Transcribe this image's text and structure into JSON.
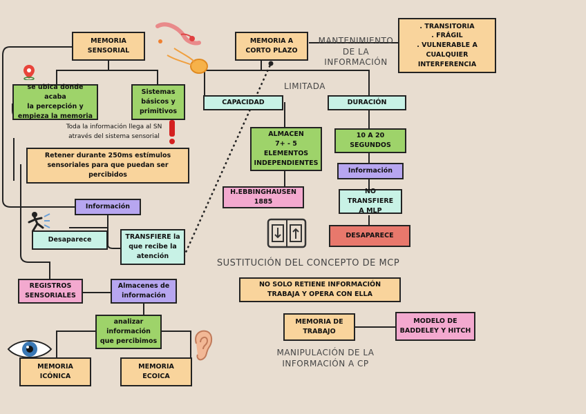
{
  "nodes": {
    "memoria_sensorial": "MEMORIA\nSENSORIAL",
    "ubica": "se ubica donde acaba\nla percepción y\nempieza la memoria",
    "sistemas": "Sistemas\nbásicos y\nprimitivos",
    "retener": "Retener durante 250ms estímulos\nsensoriales para que puedan ser\npercibidos",
    "informacion_left": "Información",
    "desaparece_left": "Desaparece",
    "transfiere": "TRANSFIERE la\nque recibe la\natención",
    "registros": "REGISTROS\nSENSORIALES",
    "almacenes": "Almacenes de\ninformación",
    "analizar": "analizar\ninformación\nque percibimos",
    "iconica": "MEMORIA\nICÓNICA",
    "ecoica": "MEMORIA ECOICA",
    "corto_plazo": "MEMORIA A\nCORTO PLAZO",
    "transitoria": ". TRANSITORIA\n. FRÁGIL\n. VULNERABLE A\nCUALQUIER\nINTERFERENCIA",
    "capacidad": "CAPACIDAD",
    "duracion": "DURACIÓN",
    "almacen": "ALMACEN\n7+ - 5\nELEMENTOS\nINDEPENDIENTES",
    "ebbinghausen": "H.EBBINGHAUSEN\n1885",
    "segundos": "10 A 20\nSEGUNDOS",
    "informacion_right": "Información",
    "no_transfiere": "NO TRANSFIERE\nA MLP",
    "desaparece_right": "DESAPARECE",
    "no_solo": "NO SOLO RETIENE INFORMACIÓN\nTRABAJA Y OPERA CON ELLA",
    "memoria_trabajo": "MEMORIA DE\nTRABAJO",
    "baddeley": "MODELO DE\nBADDELEY Y HITCH"
  },
  "labels": {
    "mantenimiento": "MANTENIMIENTO\nDE LA\nINFORMACIÓN",
    "limitada": "LIMITADA",
    "sustitucion": "SUSTITUCIÓN DEL CONCEPTO DE MCP",
    "manipulacion": "MANIPULACIÓN DE LA\nINFORMACIÓN A CP",
    "toda_info": "Toda la información llega al SN\natravés del sistema sensorial"
  },
  "colors": {
    "yellow": "#f9d49c",
    "green": "#9ed36a",
    "cyan": "#c8f2e6",
    "purple": "#b7a6f0",
    "pink": "#f3a9cf",
    "red": "#e8786c",
    "background": "#e8ddd0"
  },
  "icons": [
    "map-pin-icon",
    "brain-nerve-icon",
    "exclamation-icon",
    "running-person-icon",
    "swap-arrows-icon",
    "eye-icon",
    "ear-icon"
  ]
}
